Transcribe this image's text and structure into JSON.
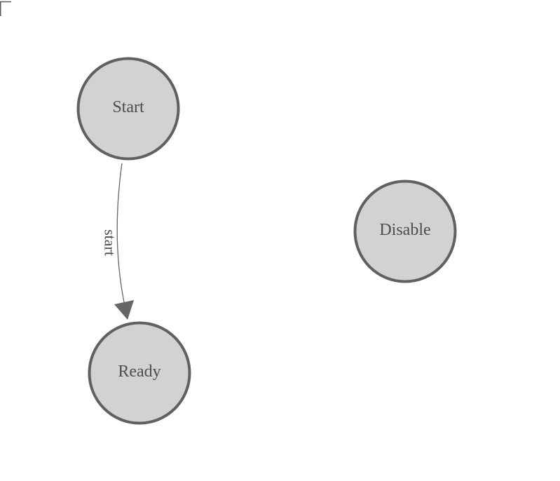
{
  "diagram": {
    "type": "state-machine-graph",
    "background": "#ffffff",
    "nodes": [
      {
        "id": "start",
        "label": "Start"
      },
      {
        "id": "ready",
        "label": "Ready"
      },
      {
        "id": "disable",
        "label": "Disable"
      }
    ],
    "edges": [
      {
        "from": "start",
        "to": "ready",
        "label": "start",
        "directed": true
      }
    ],
    "colors": {
      "node_fill": "#d2d2d2",
      "node_border": "#606060",
      "edge_line": "#666666",
      "arrowhead": "#666666",
      "node_label": "#4d4d4d",
      "edge_label": "#4d4d4d",
      "corner_mark": "#5a5a5a"
    }
  }
}
